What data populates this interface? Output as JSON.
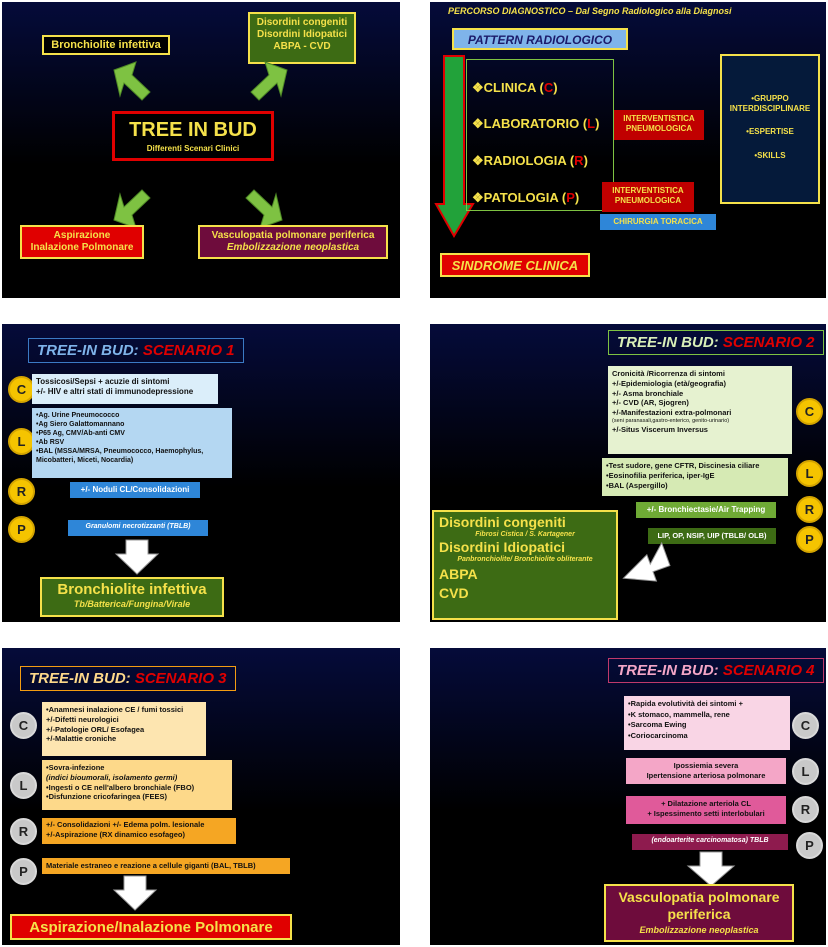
{
  "colors": {
    "green": "#7ec242",
    "yellow": "#f5e14a",
    "red": "#e00000",
    "lightblue": "#b4d7f2",
    "lightgreen": "#e6f2d0",
    "lightorange": "#fdd98a",
    "pink": "#f4a6c7",
    "maroon": "#6e0c3c"
  },
  "s1": {
    "title": "TREE IN BUD",
    "subtitle": "Differenti Scenari Clinici",
    "tl": "Bronchiolite infettiva",
    "tr": [
      "Disordini congeniti",
      "Disordini Idiopatici",
      "ABPA - CVD"
    ],
    "bl": [
      "Aspirazione",
      "Inalazione Polmonare"
    ],
    "br_1": "Vasculopatia polmonare periferica",
    "br_2": "Embolizzazione neoplastica"
  },
  "s2": {
    "header": "PERCORSO DIAGNOSTICO – Dal Segno Radiologico alla Diagnosi",
    "pattern": "PATTERN RADIOLOGICO",
    "items": [
      {
        "label": "CLINICA (",
        "letter": "C",
        "end": ")"
      },
      {
        "label": "LABORATORIO (",
        "letter": "L",
        "end": ")"
      },
      {
        "label": "RADIOLOGIA (",
        "letter": "R",
        "end": ")"
      },
      {
        "label": "PATOLOGIA (",
        "letter": "P",
        "end": ")"
      }
    ],
    "interv1": [
      "INTERVENTISTICA",
      "PNEUMOLOGICA"
    ],
    "interv2": [
      "INTERVENTISTICA",
      "PNEUMOLOGICA"
    ],
    "chirurgia": "CHIRURGIA TORACICA",
    "group": [
      "•GRUPPO INTERDISCIPLINARE",
      "•ESPERTISE",
      "•SKILLS"
    ],
    "sindrome": "SINDROME CLINICA"
  },
  "s3": {
    "title_a": "TREE-IN BUD: ",
    "title_b": "SCENARIO 1",
    "c": [
      "Tossicosi/Sepsi + acuzie di sintomi",
      "+/- HIV e altri stati di immunodepressione"
    ],
    "l": [
      "•Ag. Urine Pneumococco",
      "•Ag Siero Galattomannano",
      "•P65 Ag, CMV/Ab-anti CMV",
      "•Ab RSV",
      "•BAL (MSSA/MRSA, Pneumococco, Haemophylus,",
      "Micobatteri, Miceti, Nocardia)"
    ],
    "r": "+/- Noduli CL/Consolidazioni",
    "p": "Granulomi necrotizzanti (TBLB)",
    "final": "Bronchiolite infettiva",
    "final_sub": "Tb/Batterica/Fungina/Virale",
    "letters": [
      "C",
      "L",
      "R",
      "P"
    ]
  },
  "s4": {
    "title_a": "TREE-IN BUD: ",
    "title_b": "SCENARIO 2",
    "c": [
      "Cronicità /Ricorrenza di sintomi",
      "+/-Epidemiologia (età/geografia)",
      "+/- Asma bronchiale",
      "+/- CVD (AR, Sjogren)",
      "+/-Manifestazioni extra-polmonari",
      "(seni paranasali,gastro-enterico, genito-urinario)",
      "+/-Situs Viscerum Inversus"
    ],
    "l": [
      "•Test sudore, gene CFTR, Discinesia ciliare",
      "•Eosinofilia periferica, iper-IgE",
      "•BAL (Aspergillo)"
    ],
    "r": "+/- Bronchiectasie/Air Trapping",
    "p": "LIP, OP, NSIP, UIP (TBLB/ OLB)",
    "final": [
      {
        "t": "Disordini congeniti",
        "s": "Fibrosi Cistica / S. Kartagener"
      },
      {
        "t": "Disordini Idiopatici",
        "s": "Panbronchiolite/ Bronchiolite obliterante"
      },
      {
        "t": "ABPA",
        "s": ""
      },
      {
        "t": "CVD",
        "s": ""
      }
    ],
    "letters": [
      "C",
      "L",
      "R",
      "P"
    ]
  },
  "s5": {
    "title_a": "TREE-IN BUD: ",
    "title_b": "SCENARIO 3",
    "c": [
      "•Anamnesi inalazione CE / fumi tossici",
      "+/-Difetti neurologici",
      "+/-Patologie ORL/ Esofagea",
      "+/-Malattie croniche"
    ],
    "l": [
      "•Sovra-infezione",
      "(indici bioumorali, isolamento germi)",
      "•Ingesti o CE nell'albero bronchiale (FBO)",
      "•Disfunzione cricofaringea (FEES)"
    ],
    "r": [
      "+/- Consolidazioni +/- Edema polm. lesionale",
      "+/-Aspirazione (RX dinamico esofageo)"
    ],
    "p": "Materiale estraneo e reazione a cellule giganti (BAL, TBLB)",
    "final": "Aspirazione/Inalazione Polmonare",
    "letters": [
      "C",
      "L",
      "R",
      "P"
    ]
  },
  "s6": {
    "title_a": "TREE-IN BUD: ",
    "title_b": "SCENARIO 4",
    "c": [
      "•Rapida evolutività dei sintomi +",
      "•K stomaco, mammella, rene",
      "•Sarcoma Ewing",
      "•Coriocarcinoma"
    ],
    "l": [
      "Ipossiemia severa",
      "Ipertensione arteriosa polmonare"
    ],
    "r": [
      "+ Dilatazione arteriola CL",
      "+ Ispessimento setti interlobulari"
    ],
    "p": "(endoarterite carcinomatosa) TBLB",
    "final": [
      "Vasculopatia polmonare",
      "periferica"
    ],
    "final_sub": "Embolizzazione neoplastica",
    "letters": [
      "C",
      "L",
      "R",
      "P"
    ]
  }
}
